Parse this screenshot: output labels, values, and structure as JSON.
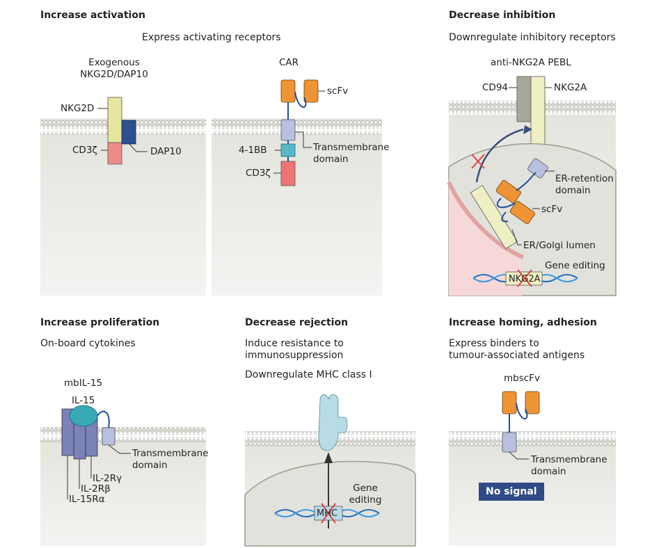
{
  "panels": {
    "activation": {
      "heading": "Increase activation",
      "subtitle": "Express activating receptors",
      "exogenous_label": "Exogenous\nNKG2D/DAP10",
      "nkg2d": "NKG2D",
      "cd3z": "CD3ζ",
      "dap10": "DAP10",
      "car_title": "CAR",
      "scfv": "scFv",
      "bb41": "4-1BB",
      "transmembrane": "Transmembrane\ndomain",
      "cd3z_car": "CD3ζ"
    },
    "inhibition": {
      "heading": "Decrease inhibition",
      "subtitle": "Downregulate inhibitory receptors",
      "pebl_title": "anti-NKG2A PEBL",
      "cd94": "CD94",
      "nkg2a": "NKG2A",
      "er_retention": "ER-retention\ndomain",
      "scfv": "scFv",
      "er_golgi": "ER/Golgi lumen",
      "gene_editing": "Gene editing",
      "gene_name": "NKG2A"
    },
    "proliferation": {
      "heading": "Increase proliferation",
      "subtitle": "On-board cytokines",
      "mbil15": "mbIL-15",
      "il15": "IL-15",
      "transmembrane": "Transmembrane\ndomain",
      "il2rg": "IL-2Rγ",
      "il2rb": "IL-2Rβ",
      "il15ra": "IL-15Rα"
    },
    "rejection": {
      "heading": "Decrease rejection",
      "subtitle1": "Induce resistance to\nimmunosuppression",
      "subtitle2": "Downregulate MHC class I",
      "gene_editing": "Gene\nediting",
      "gene_name": "MHC"
    },
    "homing": {
      "heading": "Increase homing, adhesion",
      "subtitle": "Express binders to\ntumour-associated antigens",
      "mbscfv": "mbscFv",
      "transmembrane": "Transmembrane\ndomain",
      "no_signal": "No signal"
    }
  }
}
